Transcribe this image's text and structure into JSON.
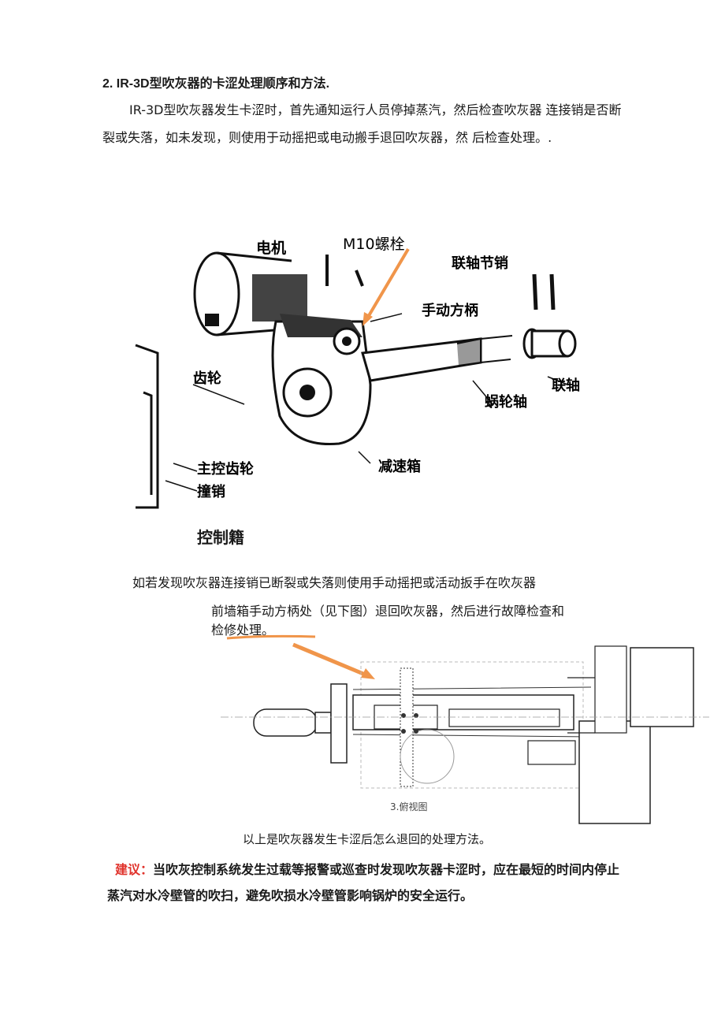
{
  "heading": "2. IR-3D型吹灰器的卡涩处理顺序和方法.",
  "intro_paragraph": "IR-3D型吹灰器发生卡涩时，首先通知运行人员停掉蒸汽，然后检查吹灰器 连接销是否断裂或失落，如未发现，则使用于动摇把或电动搬手退回吹灰器，然 后检查处理。.",
  "figure1": {
    "labels": {
      "motor": "电机",
      "bolt": "M10螺栓",
      "coupling_pin": "联轴节销",
      "hand_crank": "手动方柄",
      "gear": "齿轮",
      "coupling": "联轴",
      "worm_shaft": "蜗轮轴",
      "main_gear": "主控齿轮",
      "striker_pin": "撞销",
      "gearbox": "减速箱"
    },
    "caption": "控制籍"
  },
  "para2_line1": "如若发现吹灰器连接销已断裂或失落则使用手动摇把或活动扳手在吹灰器",
  "para2_line2": "前墙箱手动方柄处（见下图）退回吹灰器，然后进行故障检查和",
  "para2_line3": "检修处理。",
  "figure2": {
    "inner_caption": "3.俯视图"
  },
  "closing": "以上是吹灰器发生卡涩后怎么退回的处理方法。",
  "suggestion": {
    "label": "建议：",
    "text": "当吹灰控制系统发生过载等报警或巡查时发现吹灰器卡涩时，应在最短的时间内停止蒸汽对水冷壁管的吹扫，避免吹损水冷壁管影响锅炉的安全运行。"
  },
  "colors": {
    "arrow": "#f0954a",
    "suggestion_label": "#e0322b",
    "text": "#1a1a1a"
  }
}
